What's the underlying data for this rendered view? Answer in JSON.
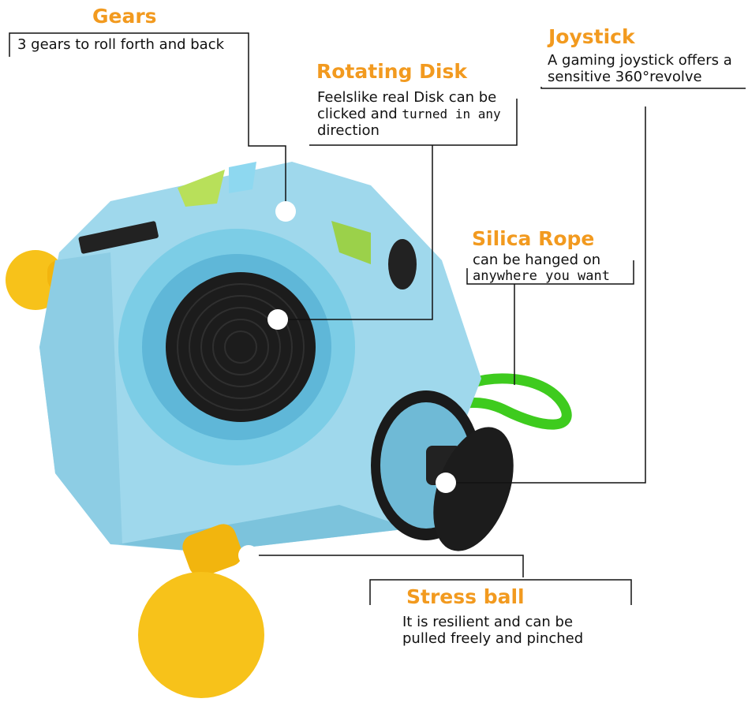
{
  "callouts": {
    "gears": {
      "title": "Gears",
      "desc": "3 gears to roll forth and back"
    },
    "rotating_disk": {
      "title": "Rotating Disk",
      "desc_line1": "Feelslike real Disk can be",
      "desc_line2a": "clicked and ",
      "desc_line2b": "turned in any",
      "desc_line3": "direction"
    },
    "joystick": {
      "title": "Joystick",
      "desc_line1": "A gaming joystick offers a",
      "desc_line2": "sensitive 360°revolve"
    },
    "silica_rope": {
      "title": "Silica Rope",
      "desc_line1": "can be hanged on",
      "desc_line2": "anywhere you want"
    },
    "stress_ball": {
      "title": "Stress ball",
      "desc_line1": "It is resilient and can be",
      "desc_line2": "pulled freely and pinched"
    }
  },
  "colors": {
    "accent_title": "#f29a1f",
    "cube_blue": "#9fd8ec",
    "cube_shade": "#7cc3dc",
    "knob_black": "#1c1c1c",
    "ball_yellow": "#f7c21a",
    "rope_green": "#3ecb1e",
    "leader_line": "#111111",
    "marker_dot": "#ffffff"
  }
}
